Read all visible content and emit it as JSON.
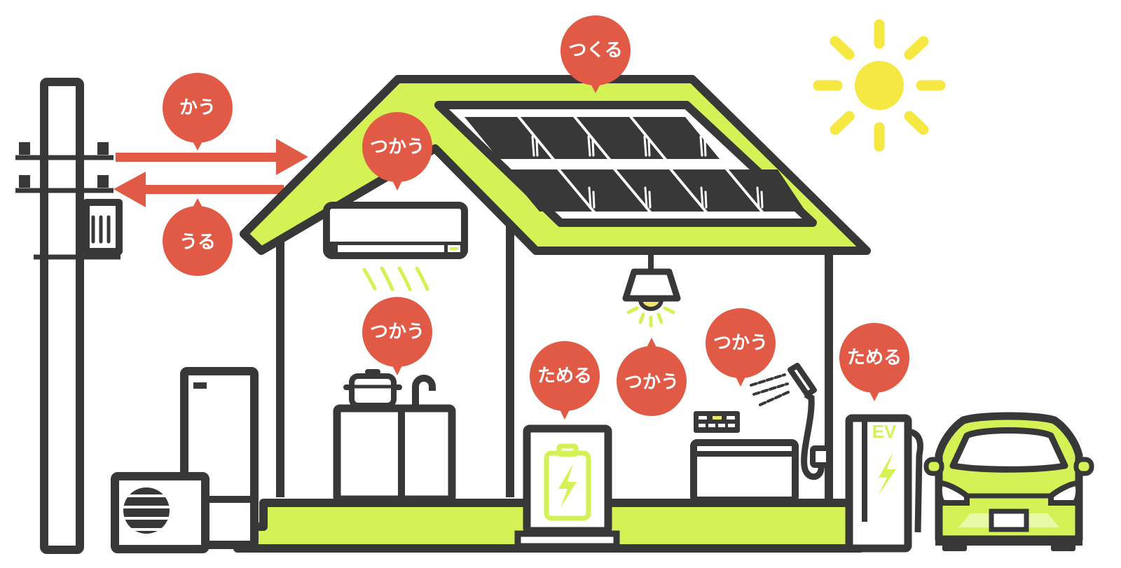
{
  "colors": {
    "outline": "#383838",
    "accent_green": "#d4f255",
    "light_green": "#e8f9a8",
    "bubble_red": "#e05a46",
    "sun_yellow": "#f5e842",
    "bulb_yellow": "#f1e56a",
    "background": "#ffffff"
  },
  "bubbles": [
    {
      "id": "buy",
      "label": "かう",
      "target": "grid-inflow-arrow"
    },
    {
      "id": "sell",
      "label": "うる",
      "target": "grid-outflow-arrow"
    },
    {
      "id": "generate",
      "label": "つくる",
      "target": "solar-panel"
    },
    {
      "id": "use-roof",
      "label": "つかう",
      "target": "air-conditioner"
    },
    {
      "id": "use-kitchen",
      "label": "つかう",
      "target": "kitchen"
    },
    {
      "id": "store-battery",
      "label": "ためる",
      "target": "home-battery"
    },
    {
      "id": "use-light",
      "label": "つかう",
      "target": "ceiling-light"
    },
    {
      "id": "use-bath",
      "label": "つかう",
      "target": "bathroom"
    },
    {
      "id": "store-ev",
      "label": "ためる",
      "target": "ev-charger"
    }
  ],
  "ev_charger": {
    "label": "EV"
  },
  "icons": [
    "utility-pole-icon",
    "arrow-right-icon",
    "arrow-left-icon",
    "sun-icon",
    "solar-panel-icon",
    "air-conditioner-icon",
    "ceiling-light-icon",
    "heat-pump-icon",
    "water-heater-icon",
    "cooking-pot-icon",
    "faucet-icon",
    "battery-icon",
    "bolt-icon",
    "control-panel-icon",
    "bathtub-icon",
    "shower-icon",
    "ev-charger-icon",
    "car-icon"
  ]
}
